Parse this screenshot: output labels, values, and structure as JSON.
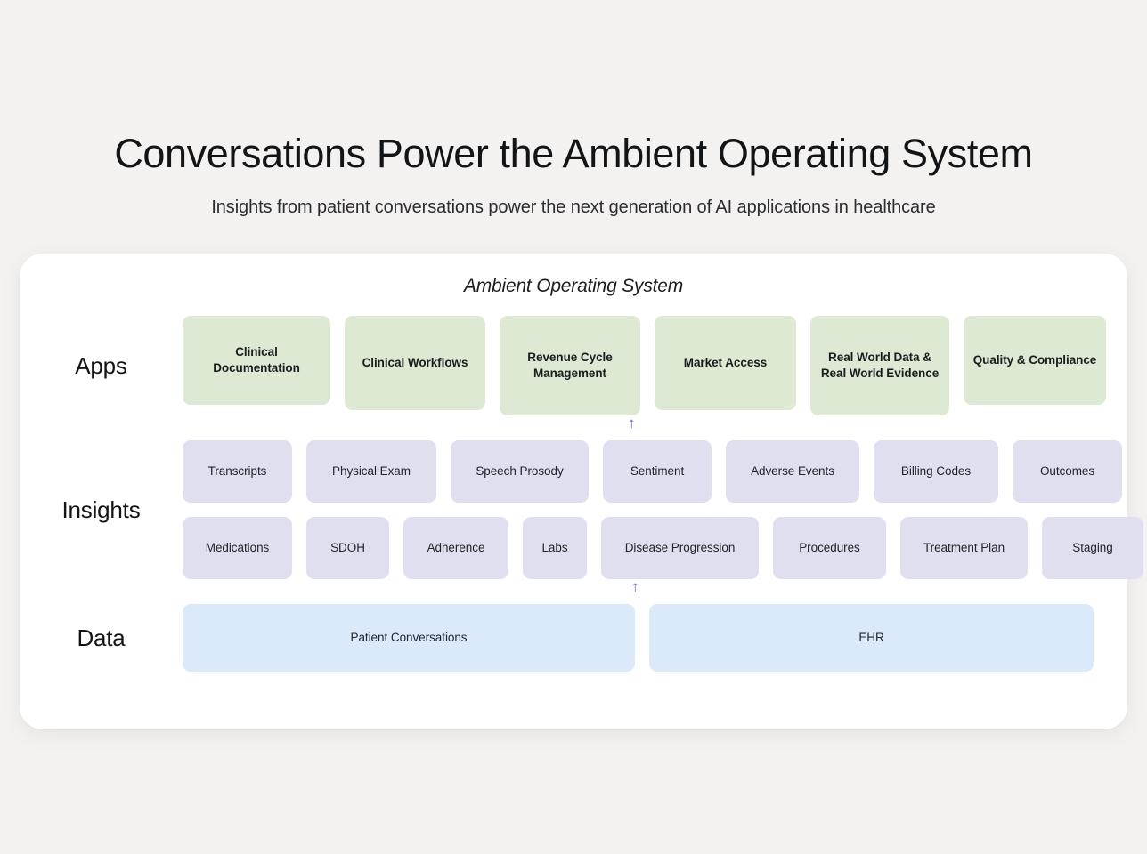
{
  "header": {
    "title": "Conversations Power the Ambient Operating System",
    "subtitle": "Insights from patient conversations power the next generation of AI applications in healthcare"
  },
  "card": {
    "heading": "Ambient Operating System"
  },
  "layers": {
    "apps": {
      "label": "Apps",
      "items": [
        {
          "label": "Clinical Documentation"
        },
        {
          "label": "Clinical Workflows"
        },
        {
          "label": "Revenue Cycle Management"
        },
        {
          "label": "Market Access"
        },
        {
          "label": "Real World Data & Real World Evidence"
        },
        {
          "label": "Quality & Compliance"
        }
      ]
    },
    "insights": {
      "label": "Insights",
      "row1": [
        {
          "label": "Transcripts"
        },
        {
          "label": "Physical Exam"
        },
        {
          "label": "Speech Prosody"
        },
        {
          "label": "Sentiment"
        },
        {
          "label": "Adverse Events"
        },
        {
          "label": "Billing Codes"
        },
        {
          "label": "Outcomes"
        }
      ],
      "row2": [
        {
          "label": "Medications"
        },
        {
          "label": "SDOH"
        },
        {
          "label": "Adherence"
        },
        {
          "label": "Labs"
        },
        {
          "label": "Disease Progression"
        },
        {
          "label": "Procedures"
        },
        {
          "label": "Treatment Plan"
        },
        {
          "label": "Staging"
        }
      ]
    },
    "data": {
      "label": "Data",
      "items": [
        {
          "label": "Patient Conversations"
        },
        {
          "label": "EHR"
        }
      ]
    }
  },
  "connectors": {
    "insights_to_apps": "↑",
    "data_to_insights": "↑"
  },
  "colors": {
    "background": "#f4f2f1",
    "card": "#ffffff",
    "apps": "#dde9d3",
    "insights": "#e0dff0",
    "data": "#daeafa",
    "arrow": "#6c63d8",
    "text": "#17181a"
  }
}
